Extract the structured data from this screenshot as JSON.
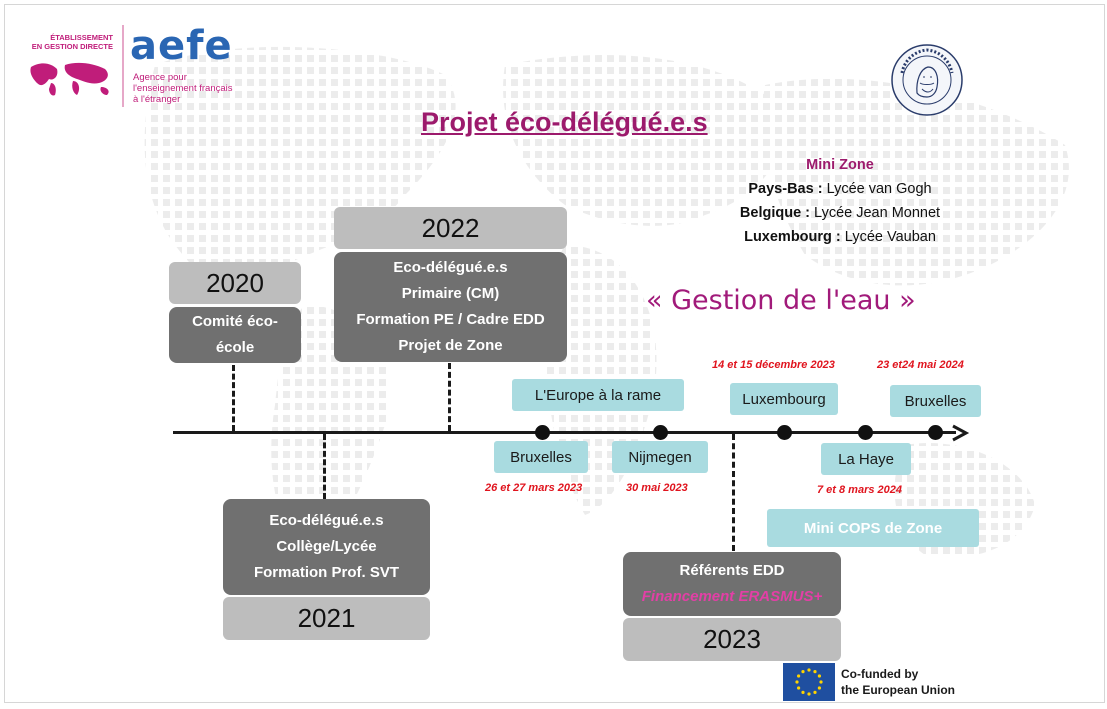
{
  "header": {
    "etab_line1": "ÉTABLISSEMENT",
    "etab_line2": "EN GESTION DIRECTE",
    "aefe_logo": "aefe",
    "aefe_sub1": "Agence pour",
    "aefe_sub2": "l'enseignement français",
    "aefe_sub3": "à l'étranger",
    "seal_icon": "school-seal-icon"
  },
  "title": "Projet éco-délégué.e.s",
  "mini_zone": {
    "heading": "Mini Zone",
    "lines": [
      {
        "country": "Pays-Bas :",
        "school": "Lycée van Gogh"
      },
      {
        "country": "Belgique :",
        "school": "Lycée Jean Monnet"
      },
      {
        "country": "Luxembourg :",
        "school": "Lycée Vauban"
      }
    ]
  },
  "theme": "« Gestion de l'eau »",
  "milestones": {
    "y2020": {
      "year": "2020",
      "lines": [
        "Comité éco-",
        "école"
      ]
    },
    "y2022": {
      "year": "2022",
      "lines": [
        "Eco-délégué.e.s",
        "Primaire (CM)",
        "Formation PE / Cadre EDD",
        "Projet de Zone"
      ]
    },
    "y2021": {
      "year": "2021",
      "lines": [
        "Eco-délégué.e.s",
        "Collège/Lycée",
        "Formation Prof. SVT"
      ]
    },
    "y2023": {
      "year": "2023",
      "line1": "Référents EDD",
      "line2": "Financement ERASMUS+"
    }
  },
  "events": {
    "europe_rame": "L'Europe à la rame",
    "bruxelles1": {
      "label": "Bruxelles",
      "date": "26 et 27 mars 2023"
    },
    "nijmegen": {
      "label": "Nijmegen",
      "date": "30 mai 2023"
    },
    "luxembourg": {
      "label": "Luxembourg",
      "date": "14 et 15 décembre 2023"
    },
    "la_haye": {
      "label": "La Haye",
      "date": "7 et 8 mars 2024"
    },
    "bruxelles2": {
      "label": "Bruxelles",
      "date": "23 et24 mai 2024"
    },
    "mini_cops": "Mini COPS de Zone"
  },
  "footer": {
    "eu_line1": "Co-funded by",
    "eu_line2": "the European Union",
    "eu_flag_icon": "eu-flag-icon"
  },
  "colors": {
    "magenta": "#9c1a6c",
    "aefe_blue": "#2a66b3",
    "gray_dark": "#707070",
    "gray_light": "#bdbdbd",
    "cyan": "#a9dbe0",
    "red": "#e0141e",
    "eu_blue": "#1f4fa0"
  }
}
